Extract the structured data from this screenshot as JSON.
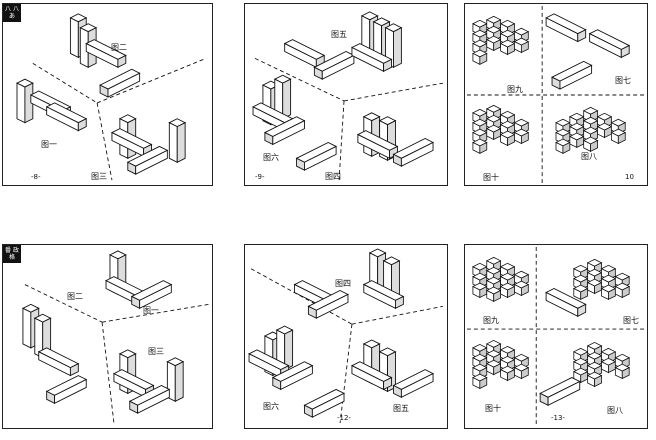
{
  "panels": [
    {
      "tag": "八 八 あ",
      "page": "-8-",
      "labels": [
        "图二",
        "图一",
        "图三"
      ]
    },
    {
      "tag": "",
      "page": "-9-",
      "labels": [
        "图五",
        "图六",
        "图四"
      ]
    },
    {
      "tag": "",
      "page": "10",
      "labels": [
        "图九",
        "图七",
        "图十",
        "图八"
      ]
    },
    {
      "tag": "番 政 格",
      "page": "",
      "labels": [
        "图二",
        "图一",
        "图三"
      ]
    },
    {
      "tag": "",
      "page": "-12-",
      "labels": [
        "图四",
        "图六",
        "图五"
      ]
    },
    {
      "tag": "",
      "page": "-13-",
      "labels": [
        "图九",
        "图七",
        "图十",
        "图八"
      ]
    }
  ]
}
